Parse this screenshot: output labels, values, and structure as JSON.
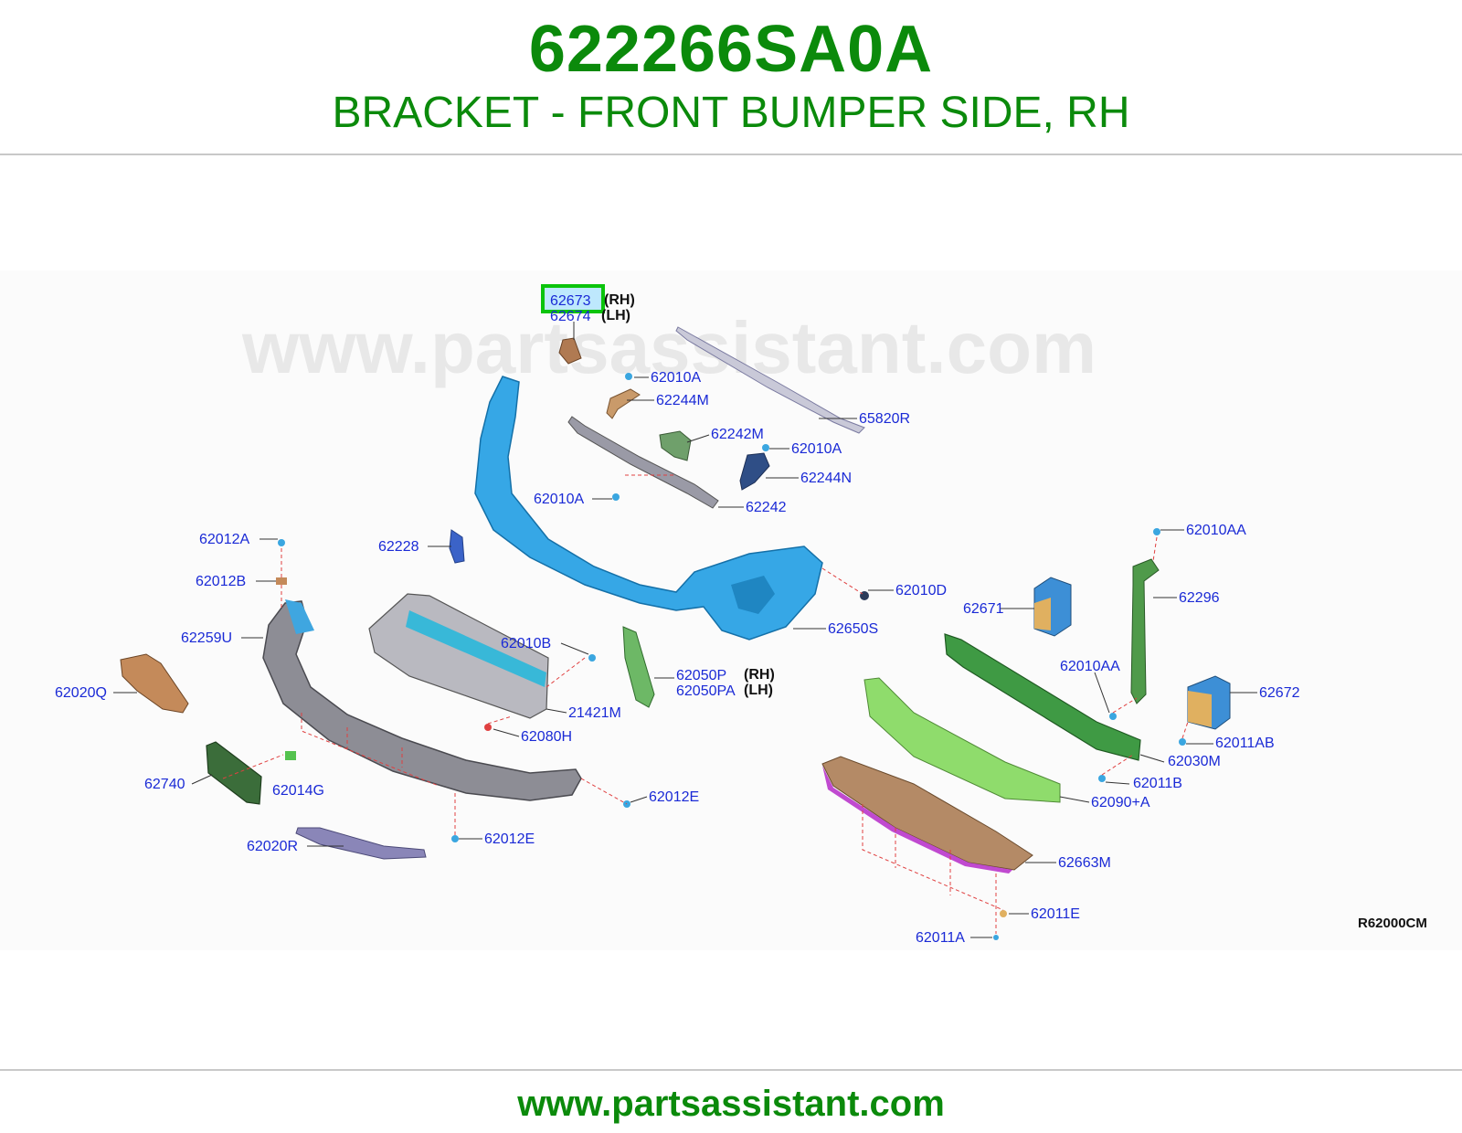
{
  "header": {
    "part_number": "622266SA0A",
    "description": "BRACKET - FRONT BUMPER SIDE, RH"
  },
  "footer": {
    "url": "www.partsassistant.com"
  },
  "diagram": {
    "watermark": "www.partsassistant.com",
    "reference_code": "R62000CM",
    "highlighted_label": "62673",
    "colors": {
      "brand_green": "#0b8a0b",
      "label_blue": "#1a2ad6",
      "highlight_box": "#0bc40b"
    },
    "callouts": {
      "c62673": "62673",
      "c62673_side": "(RH)",
      "c62674": "62674",
      "c62674_side": "(LH)",
      "c62010A_1": "62010A",
      "c62244M": "62244M",
      "c65820R": "65820R",
      "c62242M": "62242M",
      "c62010A_2": "62010A",
      "c62244N": "62244N",
      "c62010A_3": "62010A",
      "c62242": "62242",
      "c62012A": "62012A",
      "c62228": "62228",
      "c62012B": "62012B",
      "c62010D": "62010D",
      "c62010AA_1": "62010AA",
      "c62296": "62296",
      "c62671": "62671",
      "c62259U": "62259U",
      "c62010B": "62010B",
      "c62650S": "62650S",
      "c62020Q": "62020Q",
      "c62050P": "62050P",
      "c62050P_side": "(RH)",
      "c62050PA": "62050PA",
      "c62050PA_side": "(LH)",
      "c62010AA_2": "62010AA",
      "c62672": "62672",
      "c21421M": "21421M",
      "c62080H": "62080H",
      "c62011AB": "62011AB",
      "c62030M": "62030M",
      "c62740": "62740",
      "c62014G": "62014G",
      "c62011B": "62011B",
      "c62012E_1": "62012E",
      "c62090A": "62090+A",
      "c62020R": "62020R",
      "c62012E_2": "62012E",
      "c62663M": "62663M",
      "c62011E": "62011E",
      "c62011A": "62011A"
    }
  }
}
